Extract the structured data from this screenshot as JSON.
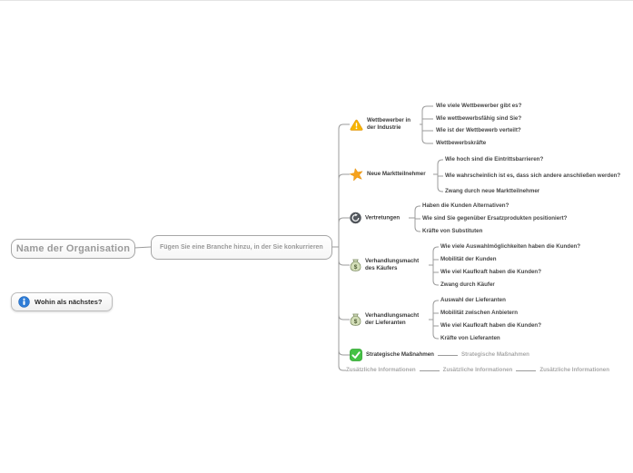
{
  "organization": {
    "label": "Name der Organisation"
  },
  "root": {
    "label": "Fügen Sie eine Branche hinzu, in der Sie konkurrieren"
  },
  "help": {
    "label": "Wohin als nächstes?"
  },
  "branches": [
    {
      "icon": "warning-icon",
      "label": "Wettbewerber in der Industrie",
      "children": [
        "Wie viele Wettbewerber gibt es?",
        "Wie wettbewerbsfähig sind Sie?",
        "Wie ist der Wettbewerb verteilt?",
        "Wettbewerbskräfte"
      ]
    },
    {
      "icon": "star-icon",
      "label": "Neue Marktteilnehmer",
      "children": [
        "Wie hoch sind die Eintrittsbarrieren?",
        "Wie wahrscheinlich ist es, dass sich andere anschließen werden?",
        "Zwang durch neue Marktteilnehmer"
      ]
    },
    {
      "icon": "refresh-icon",
      "label": "Vertretungen",
      "children": [
        "Haben die Kunden Alternativen?",
        "Wie sind Sie gegenüber Ersatzprodukten positioniert?",
        "Kräfte von Substituten"
      ]
    },
    {
      "icon": "money-bag-icon",
      "label": "Verhandlungsmacht des Käufers",
      "children": [
        "Wie viele Auswahlmöglichkeiten haben die Kunden?",
        "Mobilität der Kunden",
        "Wie viel Kaufkraft haben die Kunden?",
        "Zwang durch Käufer"
      ]
    },
    {
      "icon": "money-bag-icon",
      "label": "Verhandlungsmacht der Lieferanten",
      "children": [
        "Auswahl der Lieferanten",
        "Mobilität zwischen Anbietern",
        "Wie viel Kaufkraft haben die Kunden?",
        "Kräfte von Lieferanten"
      ]
    },
    {
      "icon": "checkbox-icon",
      "label": "Strategische Maßnahmen",
      "children": [
        "Strategische Maßnahmen"
      ]
    },
    {
      "icon": null,
      "label": "Zusätzliche Informationen",
      "children": [
        "Zusätzliche Informationen",
        "Zusätzliche Informationen"
      ]
    }
  ],
  "colors": {
    "warning": "#F7B500",
    "star": "#F6A21D",
    "refresh_circle": "#53585E",
    "money_bag": "#D3DEB8",
    "checkbox_green": "#44C144",
    "info_blue": "#2E7CD6",
    "node_text": "#3B3B3B",
    "muted_text": "#A9A9A9",
    "connector_line": "#9B9B9B",
    "box_border": "#A6A6A6",
    "box_text": "#9A9A9A"
  }
}
